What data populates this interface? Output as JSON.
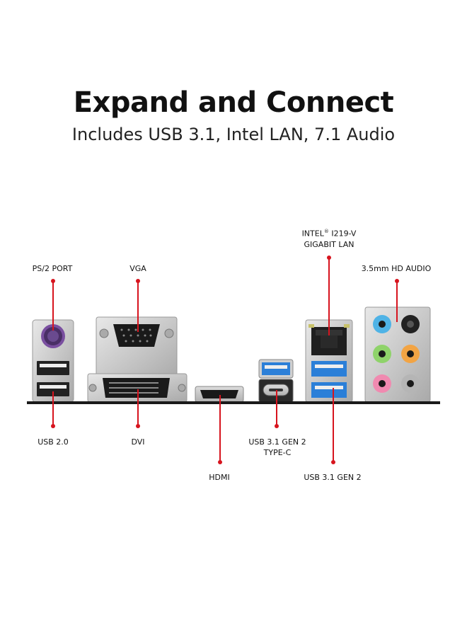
{
  "header": {
    "title": "Expand and Connect",
    "subtitle": "Includes USB 3.1, Intel LAN, 7.1 Audio"
  },
  "labels": {
    "ps2": "PS/2 PORT",
    "vga": "VGA",
    "lan_line1": "INTEL",
    "lan_reg": "®",
    "lan_line1_rest": " I219-V",
    "lan_line2": "GIGABIT LAN",
    "audio": "3.5mm HD AUDIO",
    "usb20": "USB 2.0",
    "dvi": "DVI",
    "hdmi": "HDMI",
    "typec_line1": "USB 3.1 GEN 2",
    "typec_line2": "TYPE-C",
    "usb31": "USB 3.1 GEN 2"
  },
  "colors": {
    "accent": "#d7141e",
    "usb3_blue": "#2b7fd8",
    "audio_green": "#8fd36a",
    "audio_blue": "#4fb3e6",
    "audio_orange": "#f2a444",
    "audio_pink": "#f08ab0",
    "audio_black": "#222222",
    "audio_gray": "#b5b5b5"
  }
}
